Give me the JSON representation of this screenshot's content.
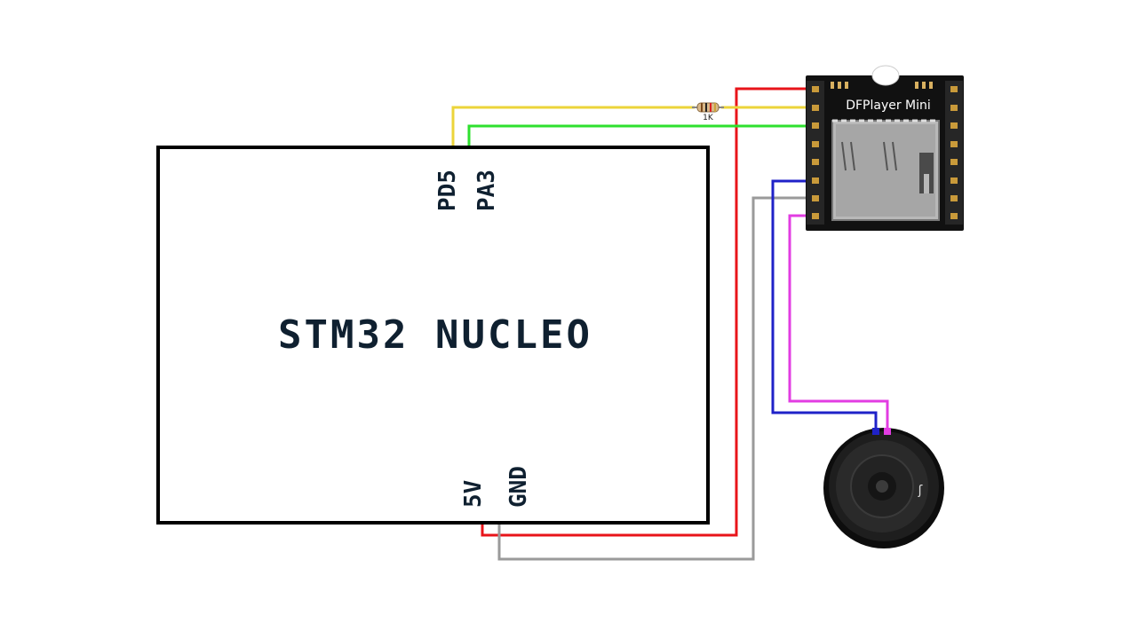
{
  "board": {
    "title": "STM32 NUCLEO",
    "pins": {
      "pd5": "PD5",
      "pa3": "PA3",
      "v5": "5V",
      "gnd": "GND"
    }
  },
  "module": {
    "title": "DFPlayer Mini"
  },
  "resistor": {
    "label": "1K"
  },
  "speaker": {
    "glyph": "ʃ"
  },
  "wire_colors": {
    "power_5v": "#e8141a",
    "tx_pd5": "#ecd43a",
    "rx_pa3": "#2ee02e",
    "gnd": "#9a9a9a",
    "spk1": "#1f22c8",
    "spk2": "#e23ce2"
  }
}
